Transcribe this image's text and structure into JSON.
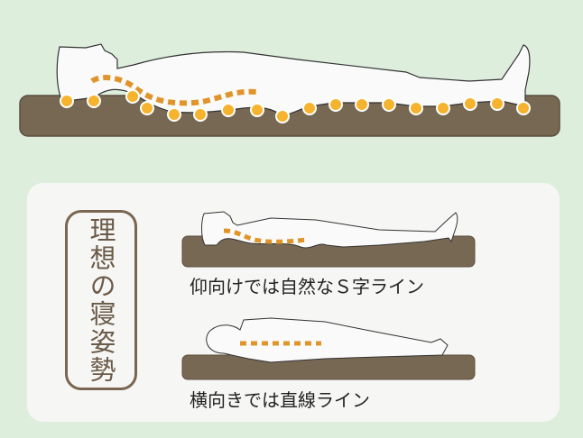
{
  "title_label": "理想の寝姿勢",
  "captions": {
    "supine": "仰向けでは自然なＳ字ライン",
    "side": "横向きでは直線ライン"
  },
  "colors": {
    "background": "#deeedd",
    "mattress": "#776853",
    "support_dot": "#f5b32e",
    "spine_line": "#e0952a",
    "label_border": "#7a6550"
  }
}
